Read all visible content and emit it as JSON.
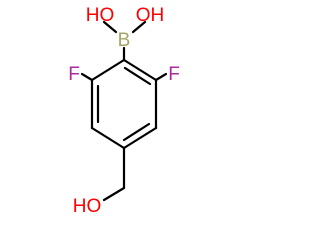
{
  "molecule": {
    "colors": {
      "bond": "#000000",
      "boron": "#a5a569",
      "oxygen": "#ff0000",
      "fluorine": "#aa2aa2"
    },
    "labels": {
      "boron": "B",
      "hydroxyl_left": "HO",
      "hydroxyl_right": "OH",
      "fluorine_left": "F",
      "fluorine_right": "F",
      "hydroxymethyl": "HO"
    }
  }
}
